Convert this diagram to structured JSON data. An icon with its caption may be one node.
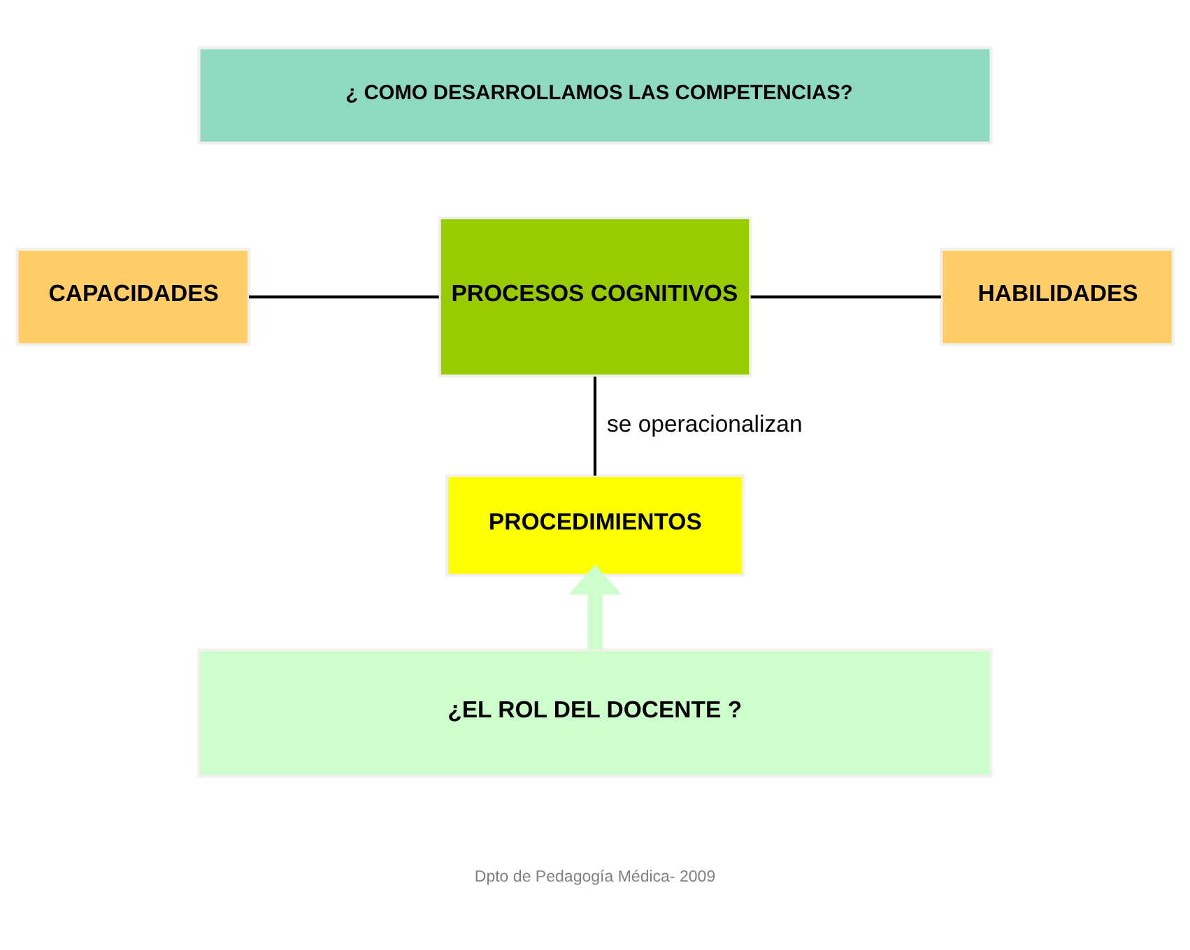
{
  "diagram": {
    "nodes": [
      {
        "text": [
          "¿ COMO DESARROLLAMOS LAS COMPETENCIAS?"
        ]
      },
      {
        "text": [
          "CAPACIDADES"
        ]
      },
      {
        "text": [
          "PROCESOS COGNITIVOS"
        ]
      },
      {
        "text": [
          "HABILIDADES"
        ]
      },
      {
        "text": [
          "PROCEDIMIENTOS"
        ]
      },
      {
        "text": [
          "¿EL ROL DEL DOCENTE ?"
        ]
      }
    ],
    "edges": [
      {
        "from": 1,
        "to": 2,
        "arrow": "none"
      },
      {
        "from": 2,
        "to": 3,
        "arrow": "none"
      },
      {
        "from": 2,
        "to": 4,
        "label": "se operacionalizan",
        "arrow": "none"
      },
      {
        "from": 5,
        "to": 4,
        "arrow": "to",
        "style": "thick",
        "color": "#ccffcc"
      }
    ],
    "labels": [
      "Dpto de Pedagogía Médica- 2009"
    ]
  }
}
